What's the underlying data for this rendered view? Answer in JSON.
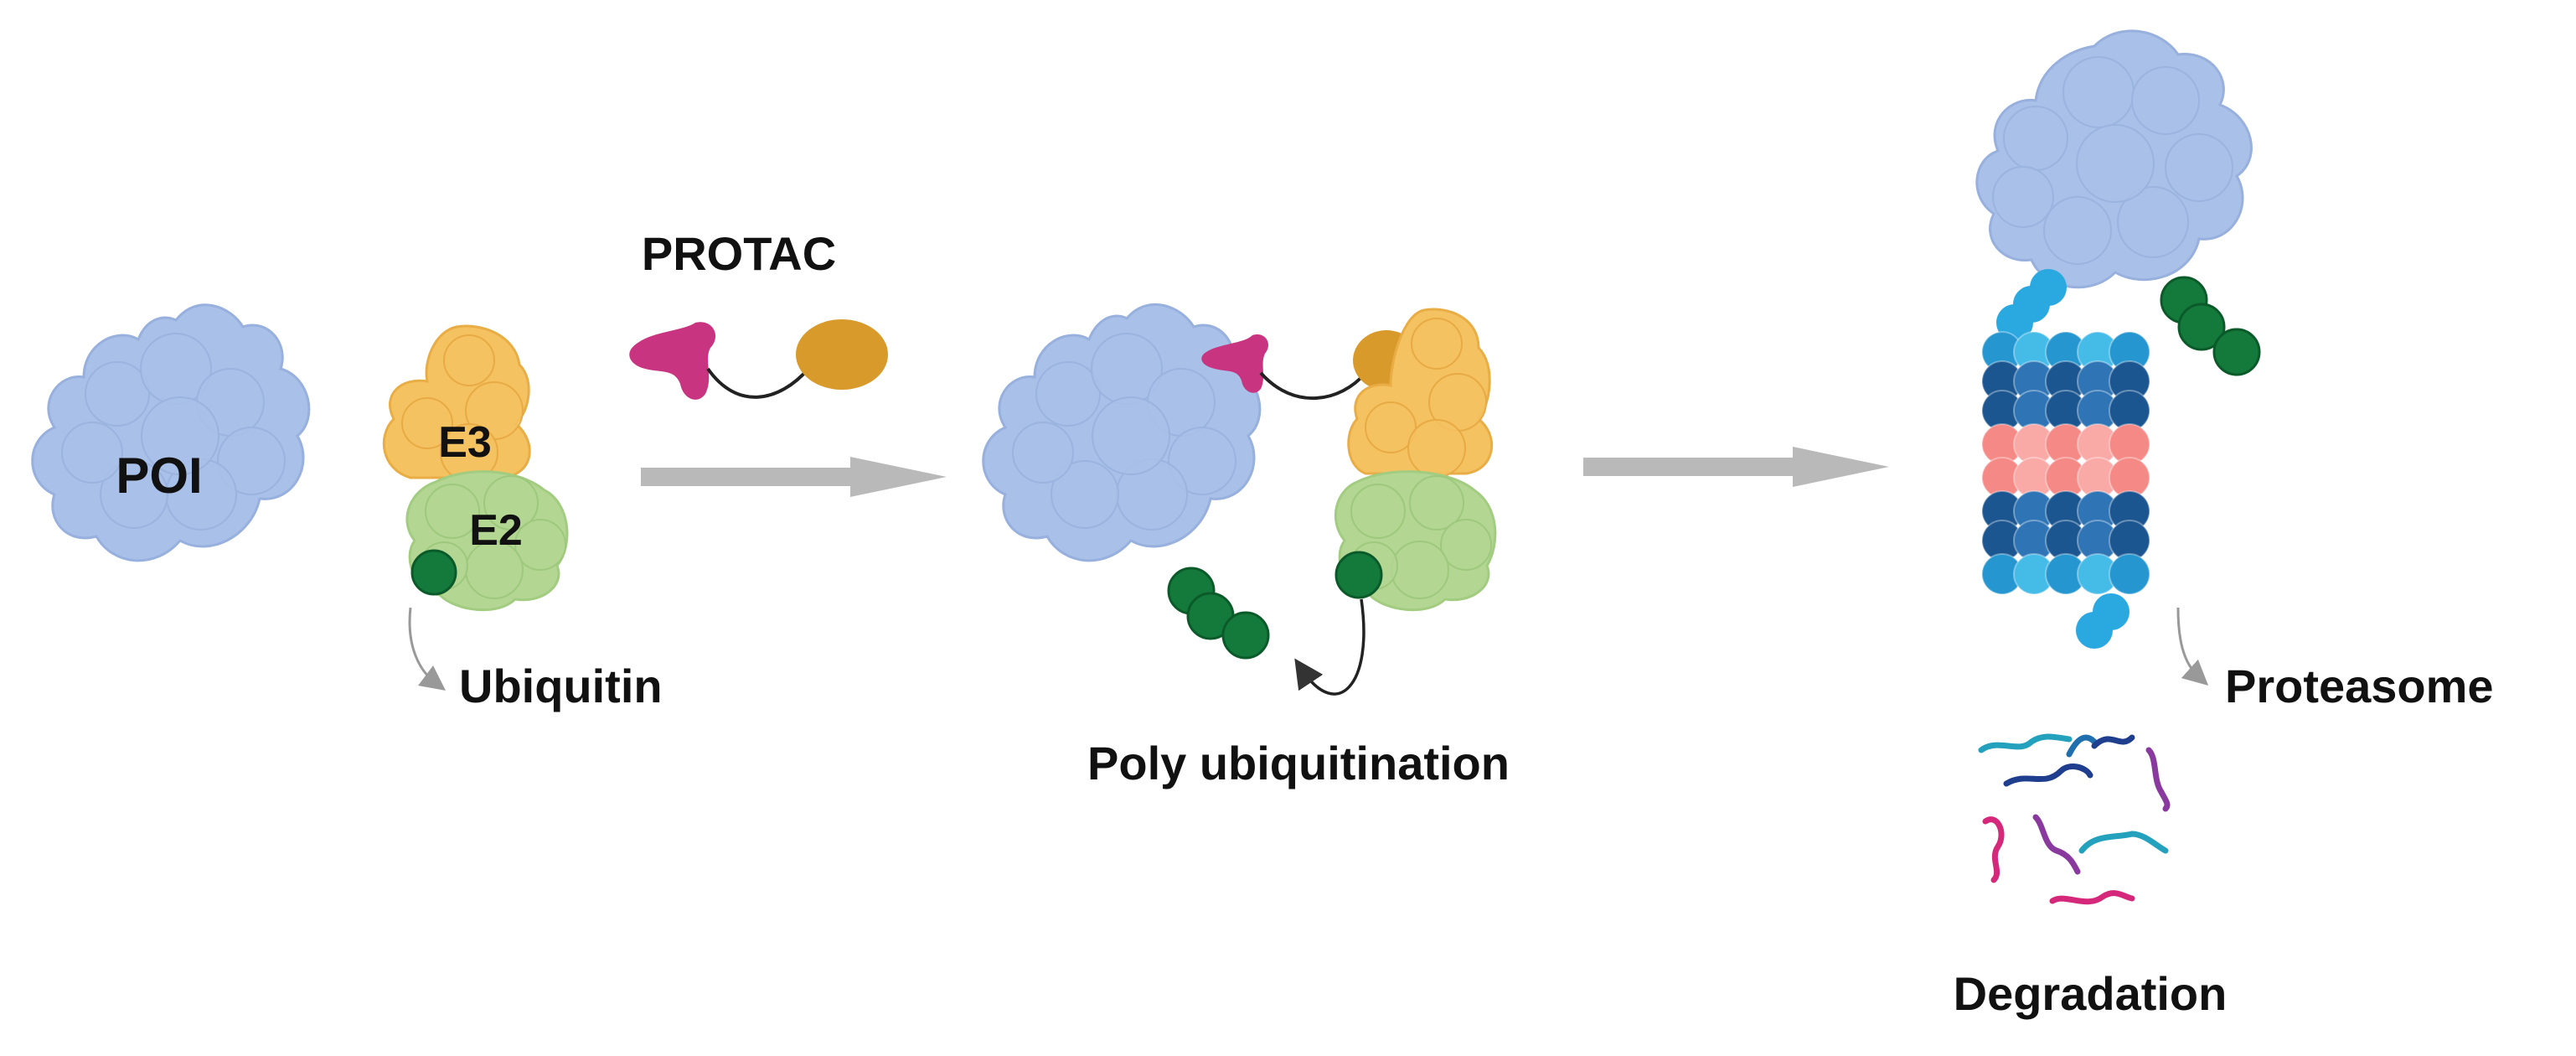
{
  "labels": {
    "poi": "POI",
    "e3": "E3",
    "e2": "E2",
    "ubiquitin": "Ubiquitin",
    "protac": "PROTAC",
    "poly_ubiquitination": "Poly ubiquitination",
    "proteasome": "Proteasome",
    "degradation": "Degradation"
  },
  "colors": {
    "poi": "#a9c0e8",
    "e3": "#f5c262",
    "e2": "#b3d693",
    "ubiquitin": "#137a3b",
    "protac_warhead": "#c8347f",
    "protac_ligand": "#d99a2c",
    "arrow": "#b9b9b9",
    "proteasome_cap": "#2596cf",
    "proteasome_dark": "#1c5690",
    "proteasome_core": "#f48986",
    "fragment_blue": "#1f6fae",
    "fragment_teal": "#24a2bd",
    "fragment_pink": "#d6287a",
    "fragment_purple": "#8a3a9e"
  }
}
